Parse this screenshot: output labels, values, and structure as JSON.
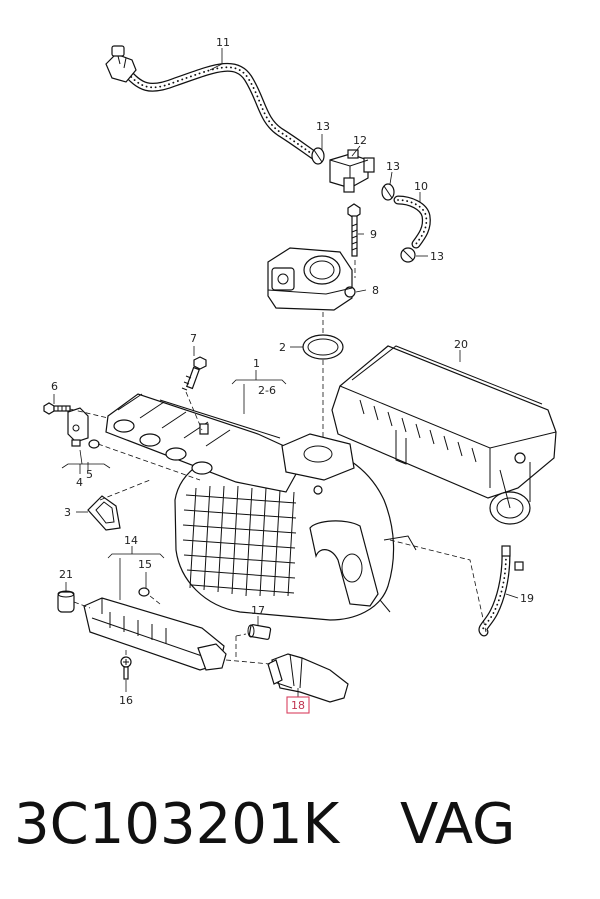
{
  "callouts": {
    "c1": "1",
    "c2_6": "2-6",
    "c2": "2",
    "c3": "3",
    "c4": "4",
    "c5": "5",
    "c6": "6",
    "c7": "7",
    "c8": "8",
    "c9": "9",
    "c10": "10",
    "c11": "11",
    "c12": "12",
    "c13a": "13",
    "c13b": "13",
    "c13c": "13",
    "c14": "14",
    "c15": "15",
    "c16": "16",
    "c17": "17",
    "c18": "18",
    "c19": "19",
    "c20": "20",
    "c21": "21"
  },
  "highlighted_callout": "18",
  "highlight_color": "#d9405f",
  "caption": {
    "part_number": "3C103201K",
    "brand": "VAG"
  }
}
